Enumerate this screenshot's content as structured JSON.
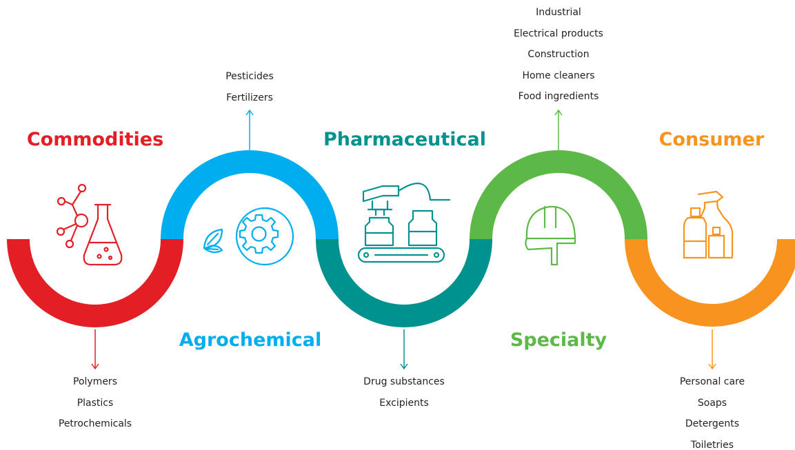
{
  "colors": {
    "commodities": "#e31e24",
    "agrochemical": "#00aeef",
    "pharmaceutical": "#00928f",
    "specialty": "#5cb947",
    "consumer": "#f7931e",
    "text": "#222222"
  },
  "segments": [
    {
      "key": "commodities",
      "title": "Commodities",
      "icon": "molecule-flask-icon",
      "items": [
        "Polymers",
        "Plastics",
        "Petrochemicals"
      ]
    },
    {
      "key": "agrochemical",
      "title": "Agrochemical",
      "icon": "leaf-gear-icon",
      "items": [
        "Pesticides",
        "Fertilizers"
      ]
    },
    {
      "key": "pharmaceutical",
      "title": "Pharmaceutical",
      "icon": "bottling-line-icon",
      "items": [
        "Drug substances",
        "Excipients"
      ]
    },
    {
      "key": "specialty",
      "title": "Specialty",
      "icon": "hard-hat-icon",
      "items": [
        "Industrial",
        "Electrical products",
        "Construction",
        "Home cleaners",
        "Food ingredients"
      ]
    },
    {
      "key": "consumer",
      "title": "Consumer",
      "icon": "spray-bottles-icon",
      "items": [
        "Personal care",
        "Soaps",
        "Detergents",
        "Toiletries"
      ]
    }
  ]
}
